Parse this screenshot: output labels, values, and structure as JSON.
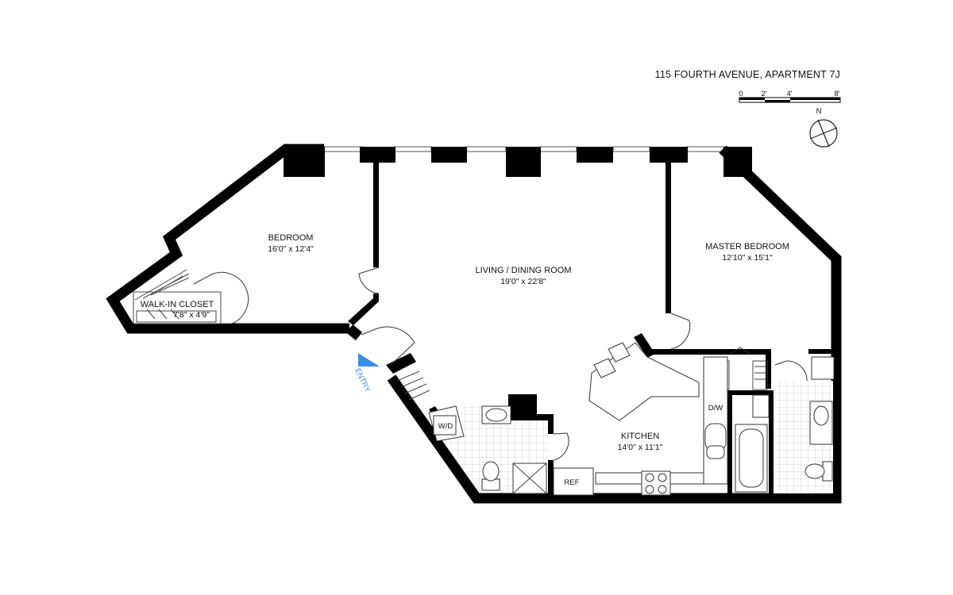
{
  "header": {
    "title": "115 FOURTH AVENUE, APARTMENT 7J"
  },
  "scale_bar": {
    "labels": [
      "0",
      "2'",
      "4'",
      "8'"
    ]
  },
  "compass": {
    "label": "N"
  },
  "rooms": {
    "bedroom": {
      "name": "BEDROOM",
      "size": "16'0\" x 12'4\""
    },
    "living": {
      "name": "LIVING / DINING ROOM",
      "size": "19'0\" x 22'8\""
    },
    "master": {
      "name": "MASTER BEDROOM",
      "size": "12'10\" x 15'1\""
    },
    "closet": {
      "name": "WALK-IN CLOSET",
      "size": "7'8\" x 4'9\""
    },
    "kitchen": {
      "name": "KITCHEN",
      "size": "14'0\" x 11'1\""
    }
  },
  "fixtures": {
    "washer_dryer": "W/D",
    "dishwasher": "D/W",
    "refrigerator": "REF"
  },
  "entry": {
    "label": "ENTRY",
    "color": "#3a8ee6"
  }
}
